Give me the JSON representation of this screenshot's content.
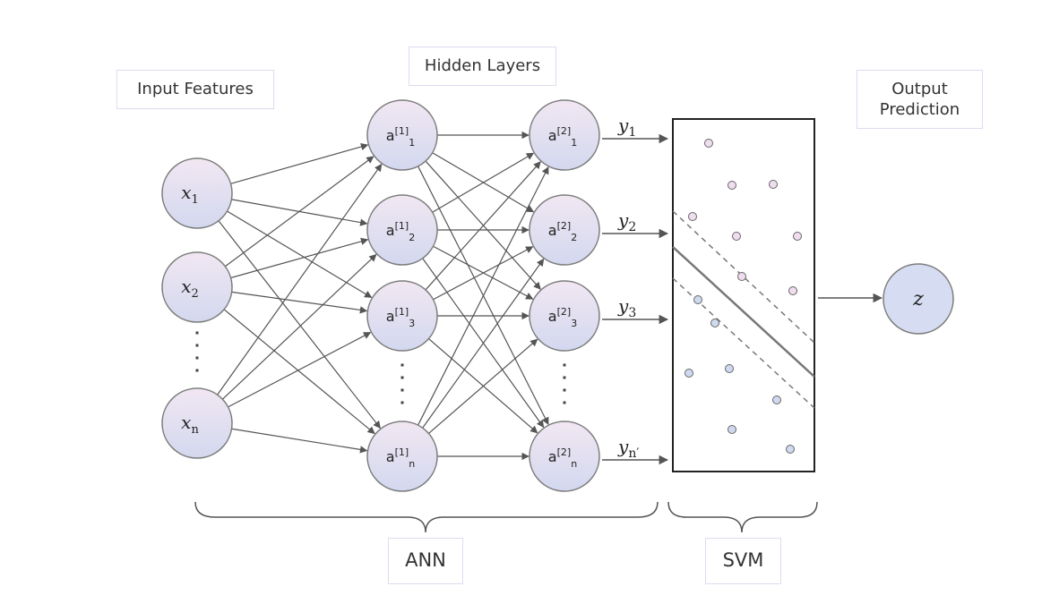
{
  "labels": {
    "input_features": "Input Features",
    "hidden_layers": "Hidden Layers",
    "output_prediction_line1": "Output",
    "output_prediction_line2": "Prediction",
    "ann": "ANN",
    "svm": "SVM"
  },
  "nodes": {
    "input": [
      "x",
      "x",
      "x"
    ],
    "input_subscripts": [
      "1",
      "2",
      "n"
    ],
    "hidden1_base": "a",
    "hidden1_superscript": "[1]",
    "hidden1_subscripts": [
      "1",
      "2",
      "3",
      "n"
    ],
    "hidden2_base": "a",
    "hidden2_superscript": "[2]",
    "hidden2_subscripts": [
      "1",
      "2",
      "3",
      "n"
    ],
    "output": "z"
  },
  "outputs": {
    "base": "y",
    "subscripts": [
      "1",
      "2",
      "3",
      "n′"
    ]
  },
  "colors": {
    "node_fill_top": "#f1e7f2",
    "node_fill_bottom": "#d6d9ef",
    "node_stroke": "#7d7d7d",
    "edge": "#555555",
    "pink_point": "#f0def0",
    "blue_point": "#cfdaf0",
    "label_border": "#dcdcf0"
  }
}
